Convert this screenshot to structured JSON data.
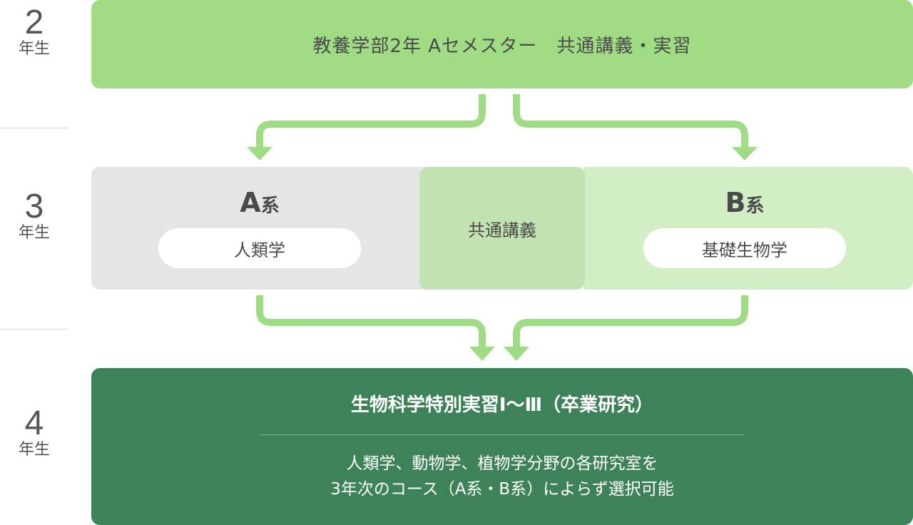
{
  "years": [
    {
      "num": "2",
      "label": "年生"
    },
    {
      "num": "3",
      "label": "年生"
    },
    {
      "num": "4",
      "label": "年生"
    }
  ],
  "year2": {
    "title": "教養学部2年 Aセメスター　共通講義・実習"
  },
  "year3": {
    "a_system": {
      "letter": "A",
      "suffix": "系",
      "course": "人類学"
    },
    "common": "共通講義",
    "b_system": {
      "letter": "B",
      "suffix": "系",
      "course": "基礎生物学"
    }
  },
  "year4": {
    "title": "生物科学特別実習Ⅰ～Ⅲ（卒業研究）",
    "desc_line1": "人類学、動物学、植物学分野の各研究室を",
    "desc_line2": "3年次のコース（A系・B系）によらず選択可能"
  },
  "colors": {
    "year2_box": "#a0dc84",
    "year3_a_panel": "#e5e5e5",
    "year3_common_panel": "#c3e2b2",
    "year3_b_panel": "#d2eec4",
    "year4_box": "#3d8258",
    "arrow": "#a0dc84"
  }
}
